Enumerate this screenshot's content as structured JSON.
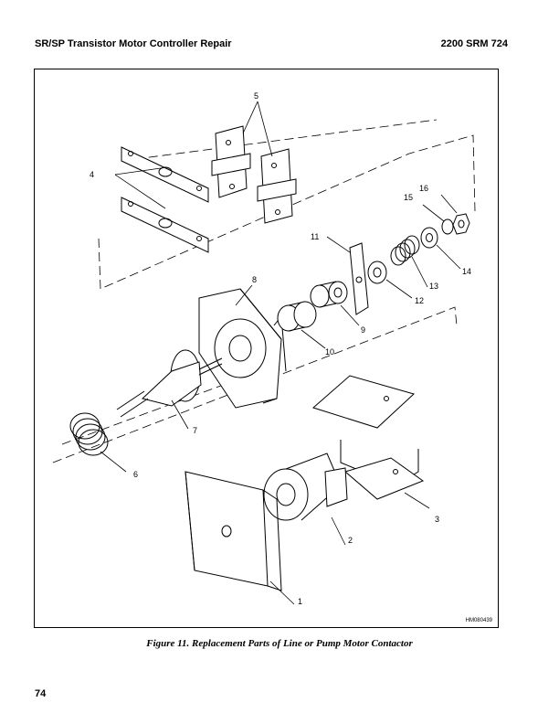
{
  "header": {
    "left_title": "SR/SP Transistor Motor Controller Repair",
    "right_code": "2200 SRM 724"
  },
  "figure": {
    "image_code": "HM080439",
    "callouts": [
      "1",
      "2",
      "3",
      "4",
      "5",
      "6",
      "7",
      "8",
      "9",
      "10",
      "11",
      "12",
      "13",
      "14",
      "15",
      "16"
    ]
  },
  "caption": "Figure 11. Replacement Parts of Line or Pump Motor Contactor",
  "page_number": "74"
}
